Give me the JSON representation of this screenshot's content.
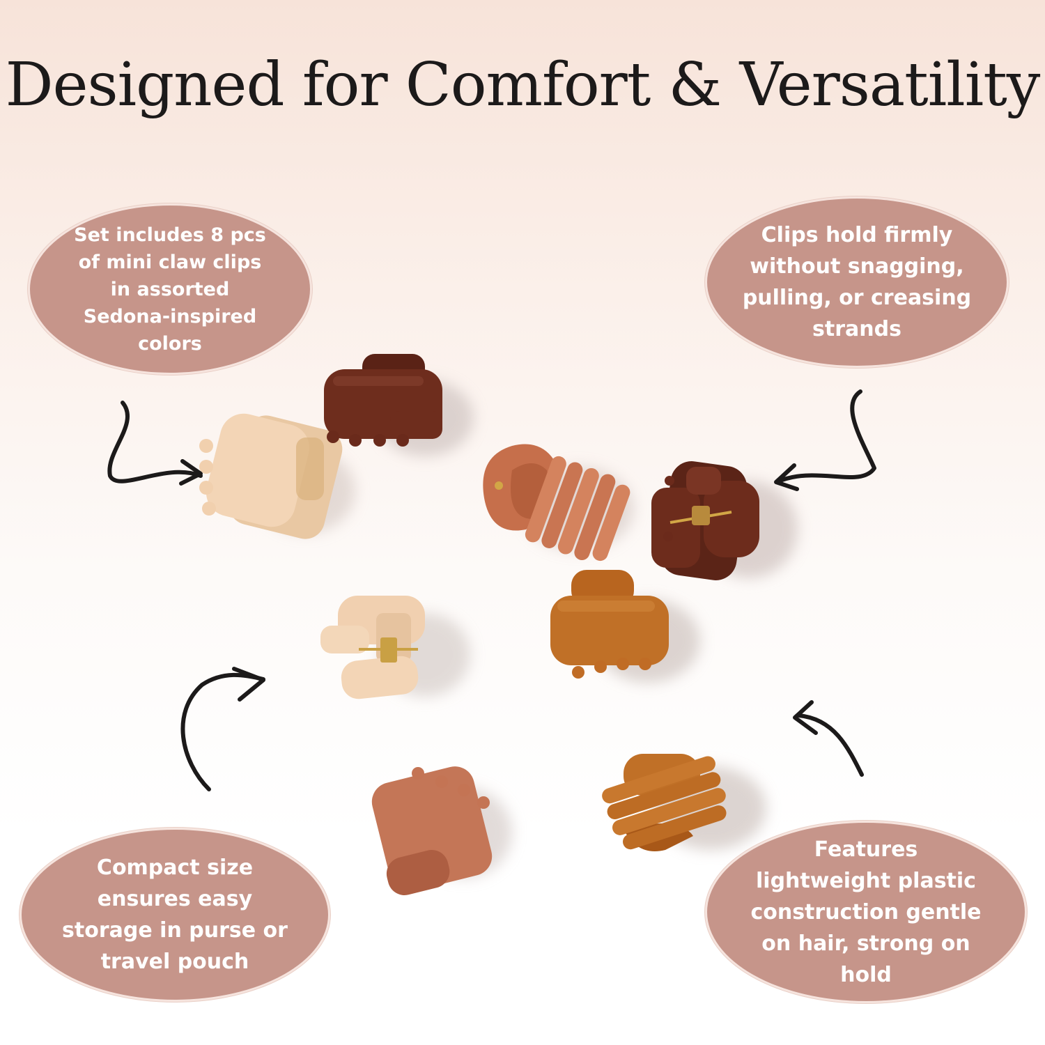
{
  "title": "Designed for Comfort & Versatility",
  "callouts": [
    {
      "lines": [
        "Set includes 8 pcs",
        "of mini claw clips",
        "in assorted",
        "Sedona-inspired",
        "colors"
      ]
    },
    {
      "lines": [
        "Clips hold firmly",
        "without snagging,",
        "pulling, or creasing",
        "strands"
      ]
    },
    {
      "lines": [
        "Compact size",
        "ensures easy",
        "storage in purse or",
        "travel pouch"
      ]
    },
    {
      "lines": [
        "Features",
        "lightweight plastic",
        "construction gentle",
        "on hair, strong on",
        "hold"
      ]
    }
  ],
  "colors": {
    "bubble": "#c6958a",
    "ink": "#1c1a1a",
    "clip_cream": "#f1d2b4",
    "clip_chocolate": "#6b2b1c",
    "clip_terracotta": "#c97552",
    "clip_amber": "#bf6d26",
    "clip_clay": "#c47657"
  },
  "products": [
    {
      "name": "cream claw clip"
    },
    {
      "name": "chocolate claw clip"
    },
    {
      "name": "terracotta claw clip"
    },
    {
      "name": "dark brown claw clip"
    },
    {
      "name": "cream claw clip small"
    },
    {
      "name": "amber claw clip"
    },
    {
      "name": "clay claw clip"
    },
    {
      "name": "amber ribbed claw clip"
    }
  ]
}
